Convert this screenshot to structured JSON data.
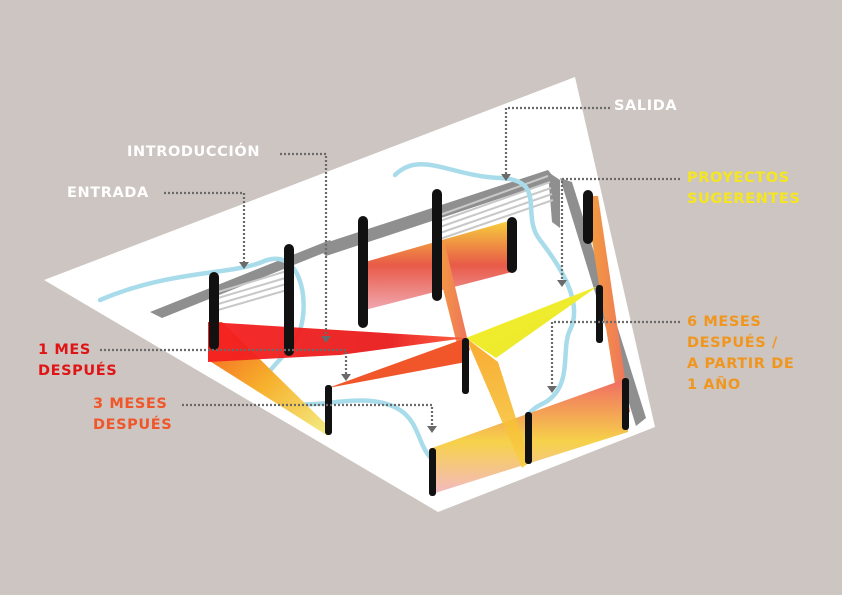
{
  "labels": {
    "salida": "SALIDA",
    "introduccion": "INTRODUCCIÓN",
    "entrada": "ENTRADA",
    "proyectos_line1": "PROYECTOS",
    "proyectos_line2": "SUGERENTES",
    "mes1_line1": "1 MES",
    "mes1_line2": "DESPUÉS",
    "mes3_line1": "3 MESES",
    "mes3_line2": "DESPUÉS",
    "mes6_line1": "6 MESES",
    "mes6_line2": "DESPUÉS /",
    "mes6_line3": "A PARTIR DE",
    "mes6_line4": "1 AÑO"
  },
  "colors": {
    "background": "#cdc5c1",
    "white_labels": "#ffffff",
    "yellow_label": "#f5e61e",
    "red_label": "#e01414",
    "orange_red_label": "#f0562a",
    "orange_label": "#f0961e",
    "path_blue": "#a9dcea",
    "column": "#111111"
  }
}
